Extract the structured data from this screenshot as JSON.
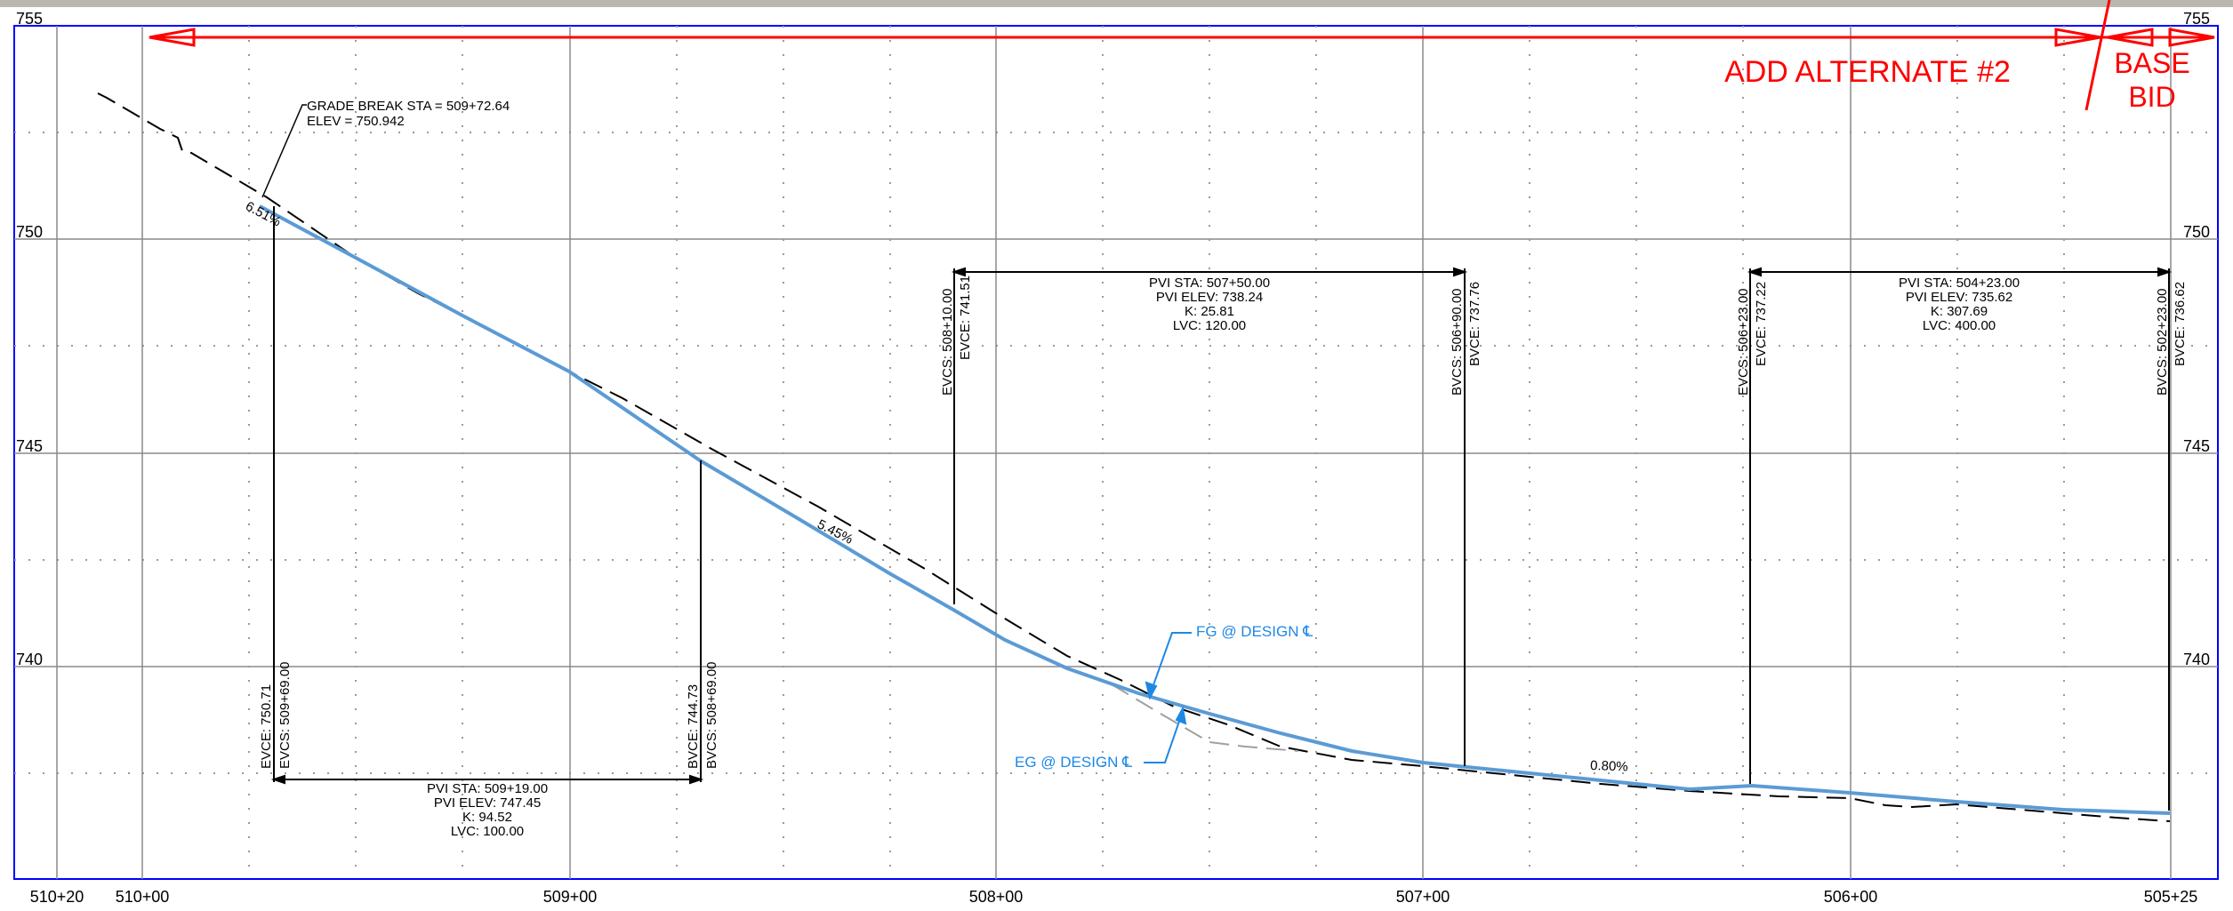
{
  "colors": {
    "frame": "#0000ff",
    "grid": "#808080",
    "annotation_red": "#ff0000",
    "fg_blue": "#4a90e2",
    "eg_dash": "#000000",
    "label_blue": "#1e88e5"
  },
  "elev_labels": {
    "e755": "755",
    "e750": "750",
    "e745": "745",
    "e740": "740"
  },
  "station_labels": {
    "s51020": "510+20",
    "s51000": "510+00",
    "s50900": "509+00",
    "s50800": "508+00",
    "s50700": "507+00",
    "s50600": "506+00",
    "s50525": "505+25"
  },
  "banner": {
    "add_alt": "ADD ALTERNATE #2",
    "base_line1": "BASE",
    "base_line2": "BID"
  },
  "grade_break": {
    "line1": "GRADE BREAK STA = 509+72.64",
    "line2": "ELEV =   750.942"
  },
  "grades": {
    "g1": "6.51%",
    "g2": "5.45%",
    "g3": "0.80%"
  },
  "vc1": {
    "pvi_sta": "PVI STA: 509+19.00",
    "pvi_elev": "PVI ELEV: 747.45",
    "k": "K: 94.52",
    "lvc": "LVC: 100.00",
    "evce": "EVCE: 750.71",
    "evcs": "EVCS: 509+69.00",
    "bvce": "BVCE: 744.73",
    "bvcs": "BVCS: 508+69.00"
  },
  "vc2": {
    "pvi_sta": "PVI STA: 507+50.00",
    "pvi_elev": "PVI ELEV: 738.24",
    "k": "K: 25.81",
    "lvc": "LVC: 120.00",
    "evcs": "EVCS: 508+10.00",
    "evce": "EVCE: 741.51",
    "bvcs": "BVCS: 506+90.00",
    "bvce": "BVCE: 737.76"
  },
  "vc3": {
    "pvi_sta": "PVI STA: 504+23.00",
    "pvi_elev": "PVI ELEV: 735.62",
    "k": "K: 307.69",
    "lvc": "LVC: 400.00",
    "evcs": "EVCS: 506+23.00",
    "evce": "EVCE: 737.22",
    "bvcs": "BVCS: 502+23.00",
    "bvce": "BVCE: 736.62"
  },
  "legend": {
    "fg": "FG @ DESIGN ℄",
    "eg": "EG @ DESIGN ℄"
  }
}
